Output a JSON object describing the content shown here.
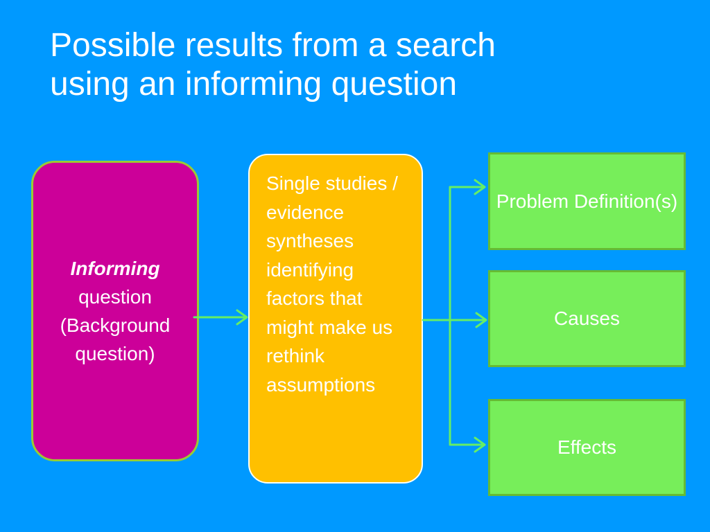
{
  "slide": {
    "title_line1": "Possible results from a search",
    "title_line2": "using an informing question"
  },
  "informing_box": {
    "emphasis": "Informing",
    "line2": "question",
    "line3": "(Background",
    "line4": "question)"
  },
  "studies_box": {
    "text": "Single studies / evidence syntheses identifying factors that might make us rethink assumptions"
  },
  "outcomes": [
    {
      "label": "Problem Definition(s)"
    },
    {
      "label": "Causes"
    },
    {
      "label": "Effects"
    }
  ],
  "colors": {
    "background": "#0099ff",
    "informing_fill": "#cc0099",
    "studies_fill": "#ffc000",
    "outcome_fill": "#77ee5a",
    "arrow": "#66ee66"
  }
}
